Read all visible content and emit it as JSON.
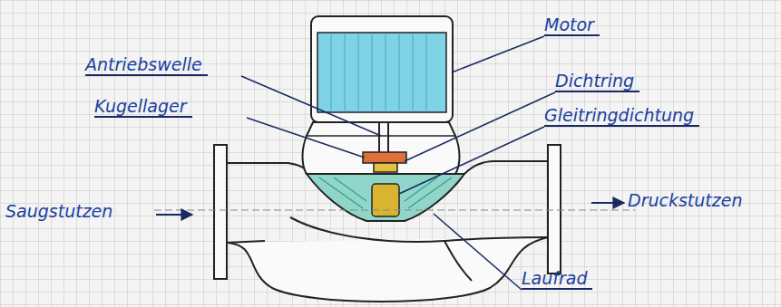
{
  "diagram": {
    "labels": [
      "Motor",
      "Antriebswelle",
      "Dichtring",
      "Kugellager",
      "Gleitringdichtung",
      "Saugstutzen",
      "Druckstutzen",
      "Laufrad"
    ]
  }
}
